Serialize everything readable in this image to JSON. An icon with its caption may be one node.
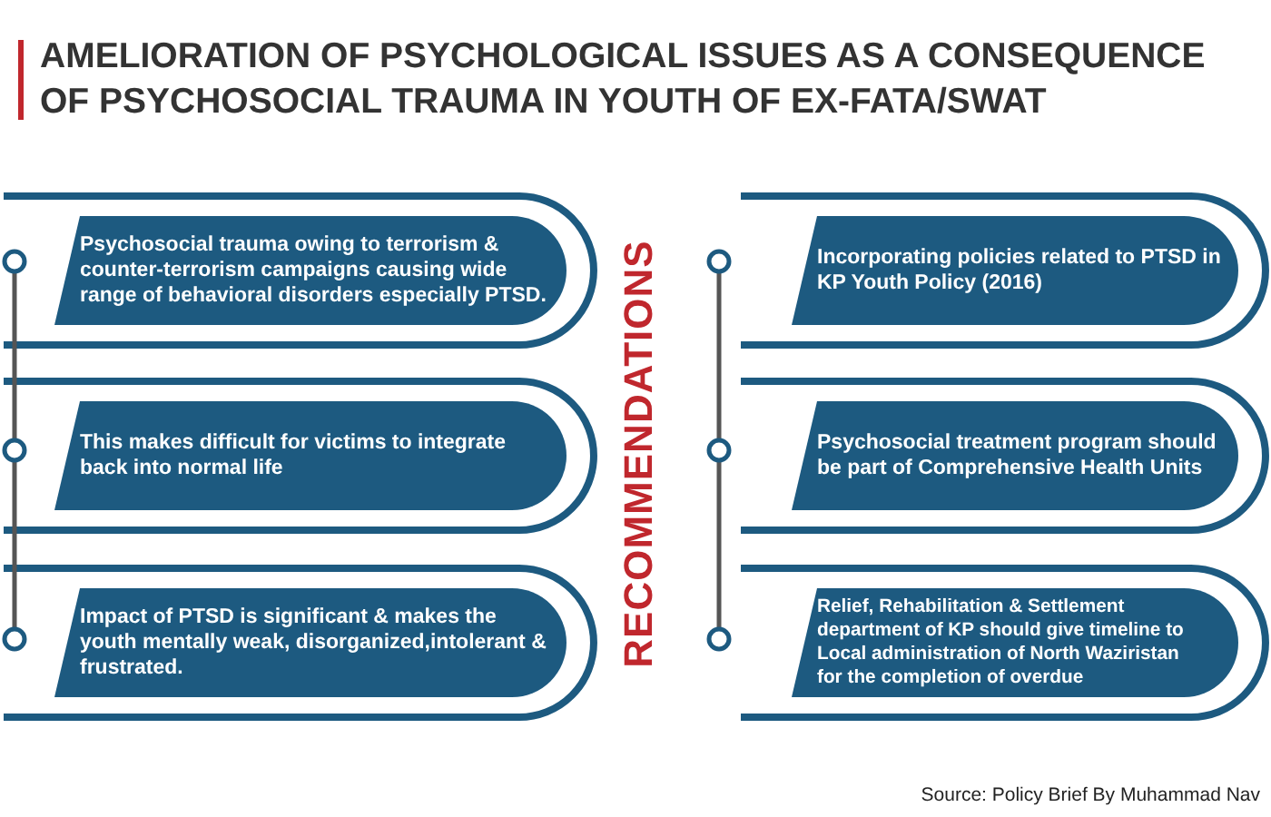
{
  "diagram": {
    "title": "AMELIORATION OF PSYCHOLOGICAL ISSUES AS A CONSEQUENCE OF PSYCHOSOCIAL TRAUMA IN YOUTH OF EX-FATA/SWAT",
    "nodes": [
      {
        "text": [
          "Psychosocial trauma owing to terrorism & counter-terrorism campaigns causing wide range of behavioral disorders especially PTSD."
        ]
      },
      {
        "text": [
          "This makes difficult for victims to integrate back into normal life"
        ]
      },
      {
        "text": [
          "Impact of PTSD is significant & makes the youth mentally weak, disorganized,intolerant & frustrated."
        ]
      },
      {
        "text": [
          "Incorporating policies related to PTSD in KP Youth Policy (2016)"
        ]
      },
      {
        "text": [
          "Psychosocial treatment program should be part of Comprehensive Health Units"
        ]
      },
      {
        "text": [
          "Relief, Rehabilitation & Settlement department of KP should give timeline to Local administration of North Waziristan for the completion of overdue"
        ]
      }
    ],
    "labels": [
      "RECOMMENDATIONS",
      "Source: Policy Brief By Muhammad Nav"
    ]
  }
}
